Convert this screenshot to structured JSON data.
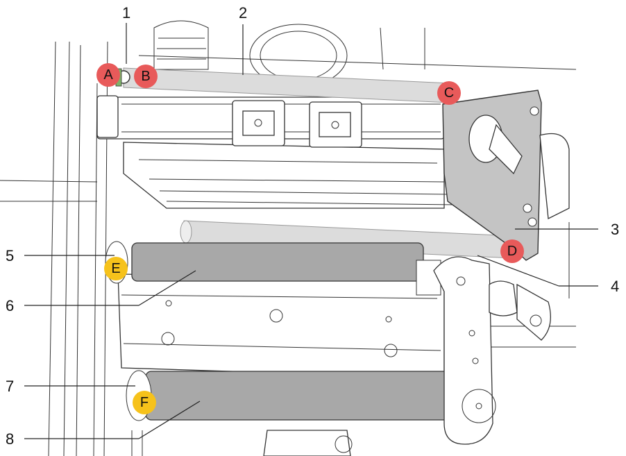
{
  "callouts": {
    "c1": "1",
    "c2": "2",
    "c3": "3",
    "c4": "4",
    "c5": "5",
    "c6": "6",
    "c7": "7",
    "c8": "8"
  },
  "markers": {
    "A": "A",
    "B": "B",
    "C": "C",
    "D": "D",
    "E": "E",
    "F": "F"
  },
  "colors": {
    "red_marker": "#e85a5a",
    "yellow_marker": "#f6c21b",
    "roller": "#a8a8a8",
    "web": "#dcdcdc",
    "bracket": "#c4c4c4"
  }
}
